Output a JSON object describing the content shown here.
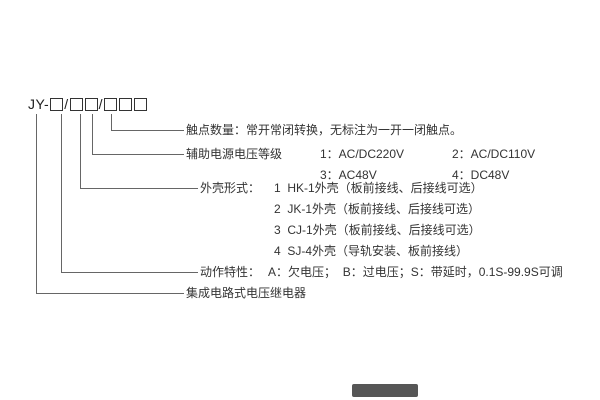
{
  "model": {
    "prefix": "JY-",
    "separator": "/"
  },
  "annotations": {
    "contact_count": {
      "text": "触点数量：常开常闭转换，无标注为一开一闭触点。"
    },
    "aux_voltage": {
      "title": "辅助电源电压等级",
      "options": [
        "1：AC/DC220V",
        "2：AC/DC110V",
        "3：AC48V",
        "4：DC48V"
      ]
    },
    "shell_type": {
      "title": "外壳形式：",
      "options": [
        "1  HK-1外壳（板前接线、后接线可选）",
        "2  JK-1外壳（板前接线、后接线可选）",
        "3  CJ-1外壳（板前接线、后接线可选）",
        "4  SJ-4外壳（导轨安装、板前接线）"
      ]
    },
    "action_characteristic": {
      "title": "动作特性：",
      "text": "A：欠电压；  B：过电压；S：带延时，0.1S-99.9S可调"
    },
    "product_name": {
      "text": "集成电路式电压继电器"
    }
  },
  "colors": {
    "line": "#666666",
    "text": "#333333",
    "background": "#ffffff"
  }
}
